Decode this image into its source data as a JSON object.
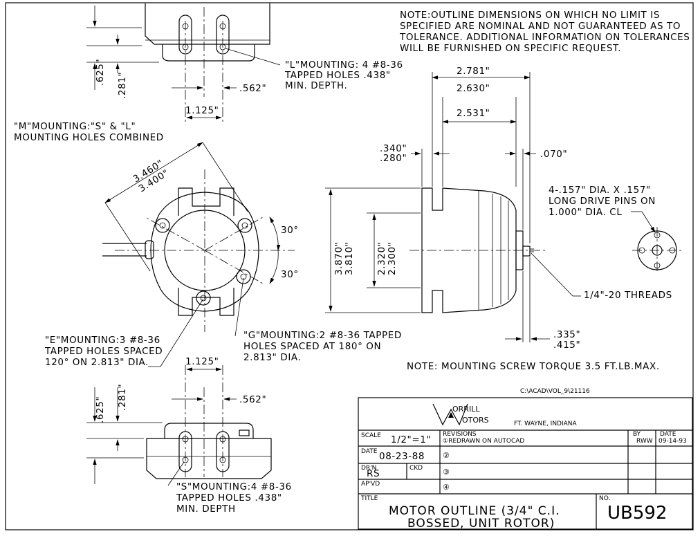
{
  "note_tolerance": [
    "NOTE:OUTLINE DIMENSIONS ON WHICH NO LIMIT IS",
    "SPECIFIED ARE NOMINAL AND NOT GUARANTEED AS TO",
    "TOLERANCE. ADDITIONAL INFORMATION ON TOLERANCES",
    "WILL BE FURNISHED ON SPECIFIC REQUEST."
  ],
  "note_torque": "NOTE: MOUNTING SCREW TORQUE 3.5 FT.LB.MAX.",
  "callouts": {
    "l_mounting": [
      "\"L\"MOUNTING: 4 #8-36",
      "TAPPED HOLES .438\"",
      "MIN. DEPTH."
    ],
    "m_mounting": [
      "\"M\"MOUNTING:\"S\" & \"L\"",
      "MOUNTING HOLES COMBINED"
    ],
    "e_mounting": [
      "\"E\"MOUNTING:3 #8-36",
      "TAPPED HOLES SPACED",
      "120° ON 2.813\" DIA."
    ],
    "g_mounting": [
      "\"G\"MOUNTING:2 #8-36 TAPPED",
      "HOLES SPACED AT 180° ON",
      "2.813\" DIA."
    ],
    "s_mounting": [
      "\"S\"MOUNTING:4 #8-36",
      "TAPPED HOLES .438\"",
      "MIN. DEPTH"
    ],
    "drive_pins": [
      "4-.157\" DIA. X .157\"",
      "LONG DRIVE PINS ON",
      "1.000\" DIA. CL"
    ],
    "threads": "1/4\"-20 THREADS"
  },
  "dims": {
    "top_625": ".625\"",
    "top_281": ".281\"",
    "top_562": ".562\"",
    "top_1125": "1.125\"",
    "front_3460": "3.460\"",
    "front_3400": "3.400\"",
    "angle_top": "30°",
    "angle_bot": "30°",
    "side_2781": "2.781\"",
    "side_2630": "2.630\"",
    "side_2531": "2.531\"",
    "side_340": ".340\"",
    "side_280": ".280\"",
    "side_070": ".070\"",
    "side_3870": "3.870\"",
    "side_3810": "3.810\"",
    "side_2320": "2.320\"",
    "side_2300": "2.300\"",
    "side_335": ".335\"",
    "side_415": ".415\"",
    "bot_1125": "1.125\"",
    "bot_562": ".562\"",
    "bot_625": ".625\"",
    "bot_281": ".281\""
  },
  "title_block": {
    "file_path": "C:\\ACAD\\VOL_9\\21116",
    "company_line1": "ORRILL",
    "company_line2": "OTORS",
    "location": "FT. WAYNE, INDIANA",
    "scale_label": "SCALE",
    "scale_value": "1/2\"=1\"",
    "revisions_label": "REVISIONS",
    "rev1": "①REDRAWN ON AUTOCAD",
    "rev2": "②",
    "rev3": "③",
    "rev4": "④",
    "by_label": "BY",
    "by_value": "RWW",
    "date_label": "DATE",
    "date_value": "09-14-93",
    "date2_label": "DATE",
    "date2_value": "08-23-88",
    "drn_label": "DR'N",
    "drn_value": "RS",
    "ckd_label": "CKD",
    "apvd_label": "AP'VD",
    "title_label": "TITLE",
    "title_line1": "MOTOR OUTLINE (3/4\" C.I.",
    "title_line2": "BOSSED, UNIT ROTOR)",
    "no_label": "NO.",
    "no_value": "UB592"
  }
}
